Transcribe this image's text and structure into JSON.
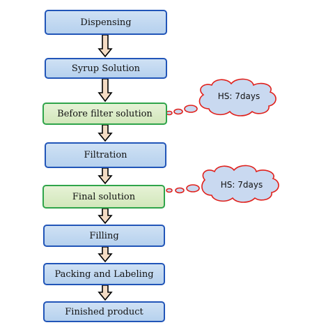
{
  "steps": [
    {
      "label": "Dispensing",
      "style": "blue"
    },
    {
      "label": "Syrup Solution",
      "style": "blue"
    },
    {
      "label": "Before filter solution",
      "style": "green"
    },
    {
      "label": "Filtration",
      "style": "blue"
    },
    {
      "label": "Final solution",
      "style": "green"
    },
    {
      "label": "Filling",
      "style": "blue"
    },
    {
      "label": "Packing and Labeling",
      "style": "blue"
    },
    {
      "label": "Finished product",
      "style": "blue"
    }
  ],
  "callouts": [
    {
      "attached_to": "Before filter solution",
      "text": "HS: 7days"
    },
    {
      "attached_to": "Final solution",
      "text": "HS: 7days"
    }
  ],
  "colors": {
    "blue_fill": "#bcd5ef",
    "blue_border": "#2155b8",
    "green_fill": "#d6e9c0",
    "green_border": "#2fa44a",
    "arrow_fill": "#f4dcc4",
    "cloud_fill": "#c9d9f0",
    "cloud_border": "#e0201b"
  }
}
